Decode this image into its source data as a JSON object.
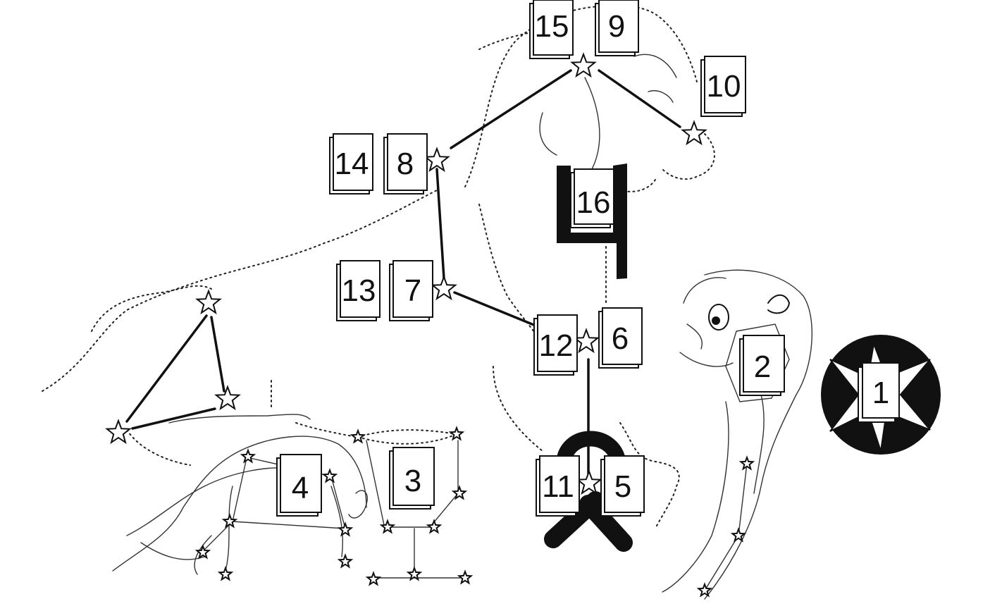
{
  "cards": [
    {
      "id": "card-1",
      "label": "1"
    },
    {
      "id": "card-2",
      "label": "2"
    },
    {
      "id": "card-3",
      "label": "3"
    },
    {
      "id": "card-4",
      "label": "4"
    },
    {
      "id": "card-5",
      "label": "5"
    },
    {
      "id": "card-6",
      "label": "6"
    },
    {
      "id": "card-7",
      "label": "7"
    },
    {
      "id": "card-8",
      "label": "8"
    },
    {
      "id": "card-9",
      "label": "9"
    },
    {
      "id": "card-10",
      "label": "10"
    },
    {
      "id": "card-11",
      "label": "11"
    },
    {
      "id": "card-12",
      "label": "12"
    },
    {
      "id": "card-13",
      "label": "13"
    },
    {
      "id": "card-14",
      "label": "14"
    },
    {
      "id": "card-15",
      "label": "15"
    },
    {
      "id": "card-16",
      "label": "16"
    }
  ],
  "colors": {
    "ink": "#111111",
    "paper": "#ffffff"
  },
  "icons": [
    "star-icon",
    "compass-star-icon",
    "saturn-glyph-icon",
    "jupiter-glyph-icon",
    "sea-serpent-drawing",
    "lion-figure-drawing",
    "crab-figure-drawing"
  ]
}
